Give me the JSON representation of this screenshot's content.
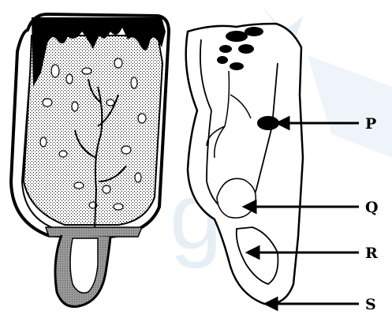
{
  "labels": {
    "p": "P",
    "q": "Q",
    "r": "R",
    "s": "S"
  }
}
